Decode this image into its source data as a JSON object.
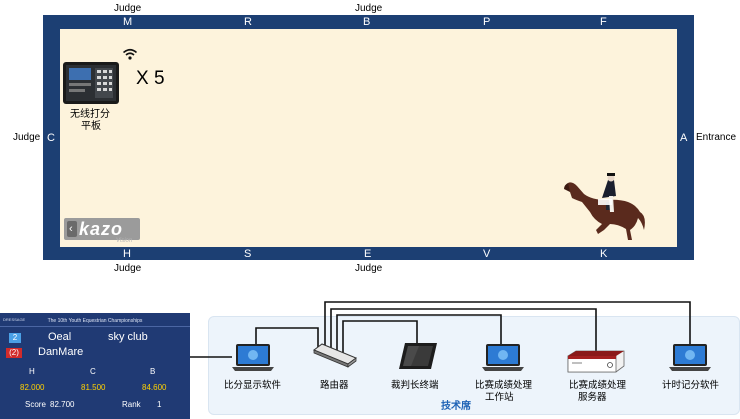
{
  "arena": {
    "judge_label": "Judge",
    "entrance_label": "Entrance",
    "letters": {
      "M": "M",
      "R": "R",
      "B": "B",
      "P": "P",
      "F": "F",
      "C": "C",
      "A": "A",
      "H": "H",
      "S": "S",
      "E": "E",
      "V": "V",
      "K": "K"
    },
    "tablet_caption_line1": "无线打分",
    "tablet_caption_line2": "平板",
    "multiplier": "X 5",
    "logo_text": "kazo",
    "logo_sub": "Vision"
  },
  "scoreboard": {
    "header_left": "DRESSAGE",
    "title": "The 10th Youth Equestrian Championships",
    "rows": [
      {
        "badge": "2",
        "name": "Oeal",
        "club": "sky club"
      },
      {
        "badge": "(2)",
        "name": "DanMare",
        "club": ""
      }
    ],
    "judges": [
      "H",
      "C",
      "B"
    ],
    "scores": [
      "82.000",
      "81.500",
      "84.600"
    ],
    "score_label": "Score",
    "score_value": "82.700",
    "rank_label": "Rank",
    "rank_value": "1"
  },
  "tech": {
    "title": "技术席",
    "devices": {
      "display": "比分显示软件",
      "router": "路由器",
      "judge_terminal": "裁判长终端",
      "workstation_l1": "比赛成绩处理",
      "workstation_l2": "工作站",
      "server_l1": "比赛成绩处理",
      "server_l2": "服务器",
      "timing": "计时记分软件"
    }
  },
  "colors": {
    "arena_border": "#1c3f73",
    "sand": "#fdf3dc",
    "scoreboard_bg": "#203a74",
    "score_yellow": "#ffd200",
    "tech_bg": "#edf4fb",
    "tech_title": "#1f63b6"
  }
}
